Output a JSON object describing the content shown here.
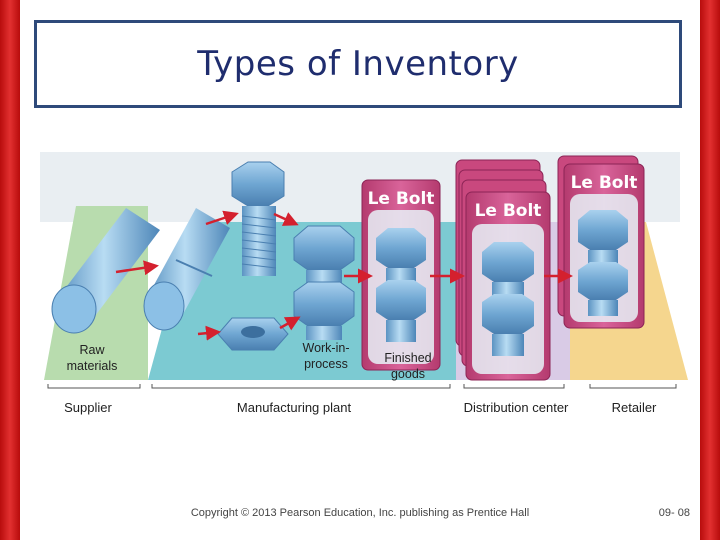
{
  "slide": {
    "title": "Types of Inventory",
    "copyright": "Copyright © 2013 Pearson Education, Inc. publishing as Prentice Hall",
    "page_number": "09- 08"
  },
  "diagram": {
    "stage_labels": {
      "raw_line1": "Raw",
      "raw_line2": "materials",
      "wip_line1": "Work-in-",
      "wip_line2": "process",
      "finished_line1": "Finished",
      "finished_line2": "goods"
    },
    "sections": {
      "supplier": "Supplier",
      "manufacturing": "Manufacturing plant",
      "distribution": "Distribution center",
      "retailer": "Retailer"
    },
    "brand_text": "Le Bolt",
    "colors": {
      "supplier_band": "#b8dcae",
      "manufacturing_band": "#7ccad2",
      "distribution_band": "#d9cbe6",
      "retailer_band": "#f5d68e",
      "package": "#c9487e",
      "metal": "#7fb6dc",
      "arrow": "#d4202e"
    }
  }
}
